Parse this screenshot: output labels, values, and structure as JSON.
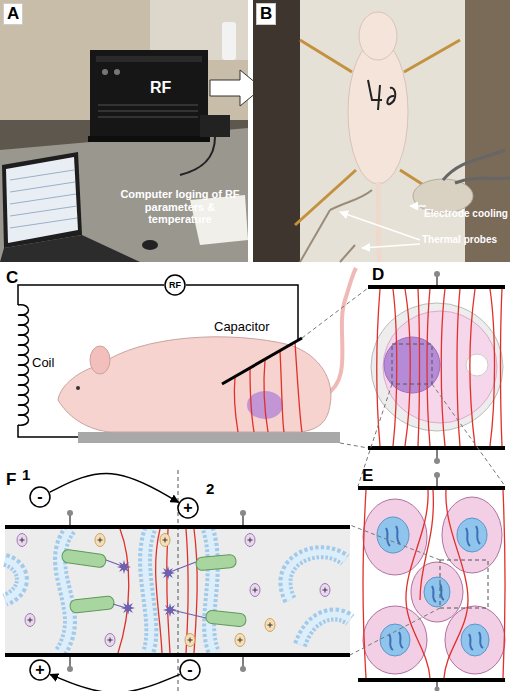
{
  "diagram": {
    "nodes": [
      {
        "text": [
          "RF"
        ]
      },
      {
        "text": [
          "-"
        ]
      },
      {
        "text": [
          "+"
        ]
      },
      {
        "text": [
          "+"
        ]
      },
      {
        "text": [
          "-"
        ]
      }
    ],
    "edges": [
      {
        "from": 1,
        "to": 2,
        "arrow": "to"
      },
      {
        "from": 4,
        "to": 3,
        "arrow": "to"
      }
    ],
    "labels": [
      "A",
      "RF",
      "Computer loging of RF parameters & temperature",
      "B",
      "Electrode cooling",
      "Thermal probes",
      "C",
      "Coil",
      "Capacitor",
      "D",
      "E",
      "F",
      "1",
      "2"
    ]
  }
}
